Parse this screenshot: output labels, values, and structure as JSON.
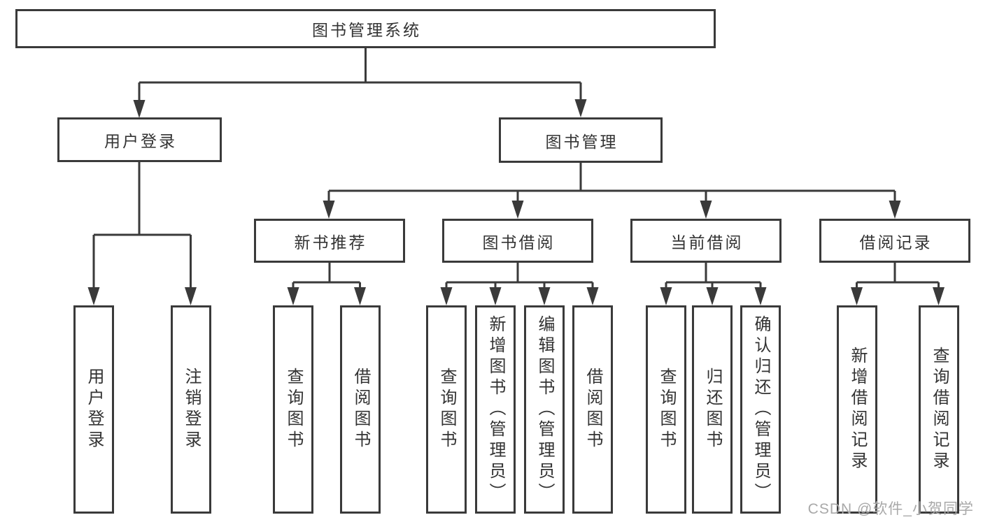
{
  "diagram": {
    "root": {
      "label": "图书管理系统"
    },
    "branches": [
      {
        "label": "用户登录",
        "children": [
          {
            "label": "用户登录"
          },
          {
            "label": "注销登录"
          }
        ]
      },
      {
        "label": "图书管理",
        "children": [
          {
            "label": "新书推荐",
            "children": [
              {
                "label": "查询图书"
              },
              {
                "label": "借阅图书"
              }
            ]
          },
          {
            "label": "图书借阅",
            "children": [
              {
                "label": "查询图书"
              },
              {
                "label": "新增图书（管理员）"
              },
              {
                "label": "编辑图书（管理员）"
              },
              {
                "label": "借阅图书"
              }
            ]
          },
          {
            "label": "当前借阅",
            "children": [
              {
                "label": "查询图书"
              },
              {
                "label": "归还图书"
              },
              {
                "label": "确认归还（管理员）"
              }
            ]
          },
          {
            "label": "借阅记录",
            "children": [
              {
                "label": "新增借阅记录"
              },
              {
                "label": "查询借阅记录"
              }
            ]
          }
        ]
      }
    ]
  },
  "watermark": {
    "text": "CSDN @软件_小贺同学"
  },
  "colors": {
    "line": "#3a3a3a",
    "text": "#333333",
    "watermark": "#a9a9a9",
    "background": "#ffffff"
  }
}
